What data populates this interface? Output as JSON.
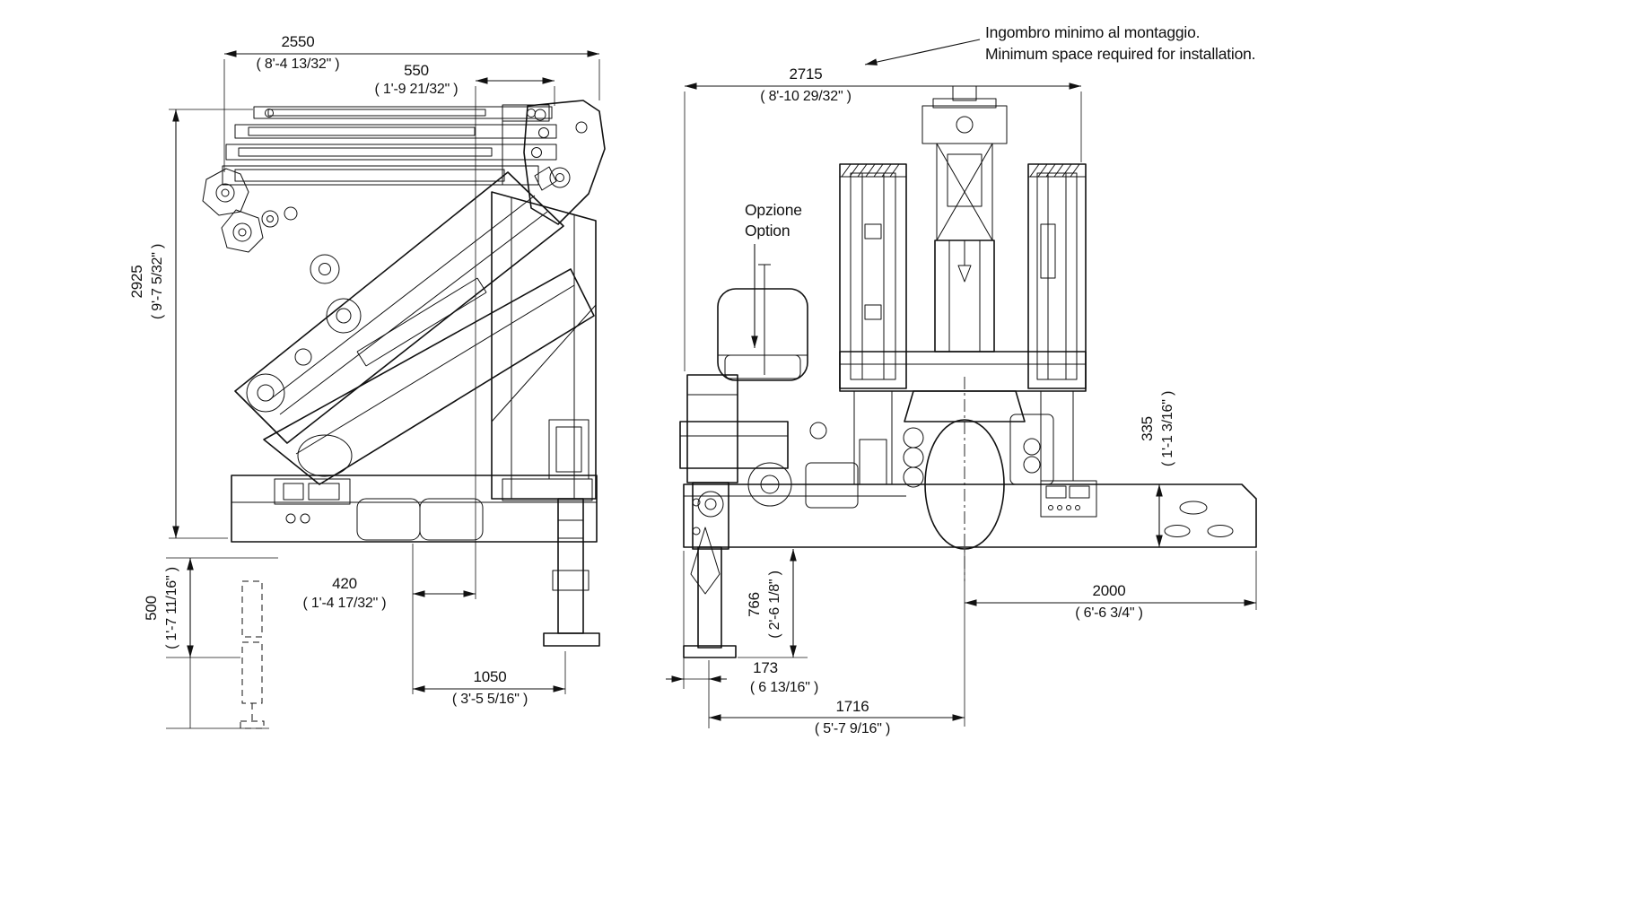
{
  "colors": {
    "ink": "#111111",
    "background": "#ffffff"
  },
  "notes": {
    "installation": {
      "line1": "Ingombro minimo al montaggio.",
      "line2": "Minimum space required for installation."
    },
    "option": {
      "line1": "Opzione",
      "line2": "Option"
    }
  },
  "dimensions": {
    "side_width_total": {
      "mm": "2550",
      "ft": "( 8'-4 13/32\" )"
    },
    "side_width_inner": {
      "mm": "550",
      "ft": "( 1'-9 21/32\" )"
    },
    "side_height_total": {
      "mm": "2925",
      "ft": "( 9'-7 5/32\" )"
    },
    "side_height_ground": {
      "mm": "500",
      "ft": "( 1'-7 11/16\" )"
    },
    "side_offset": {
      "mm": "420",
      "ft": "( 1'-4 17/32\" )"
    },
    "side_base": {
      "mm": "1050",
      "ft": "( 3'-5 5/16\" )"
    },
    "rear_width_total": {
      "mm": "2715",
      "ft": "( 8'-10 29/32\" )"
    },
    "rear_height_plate": {
      "mm": "335",
      "ft": "( 1'-1 3/16\" )"
    },
    "rear_height_leg": {
      "mm": "766",
      "ft": "( 2'-6 1/8\" )"
    },
    "rear_offset_left": {
      "mm": "173",
      "ft": "( 6 13/16\" )"
    },
    "rear_width_right": {
      "mm": "2000",
      "ft": "( 6'-6 3/4\" )"
    },
    "rear_width_center": {
      "mm": "1716",
      "ft": "( 5'-7 9/16\" )"
    }
  }
}
